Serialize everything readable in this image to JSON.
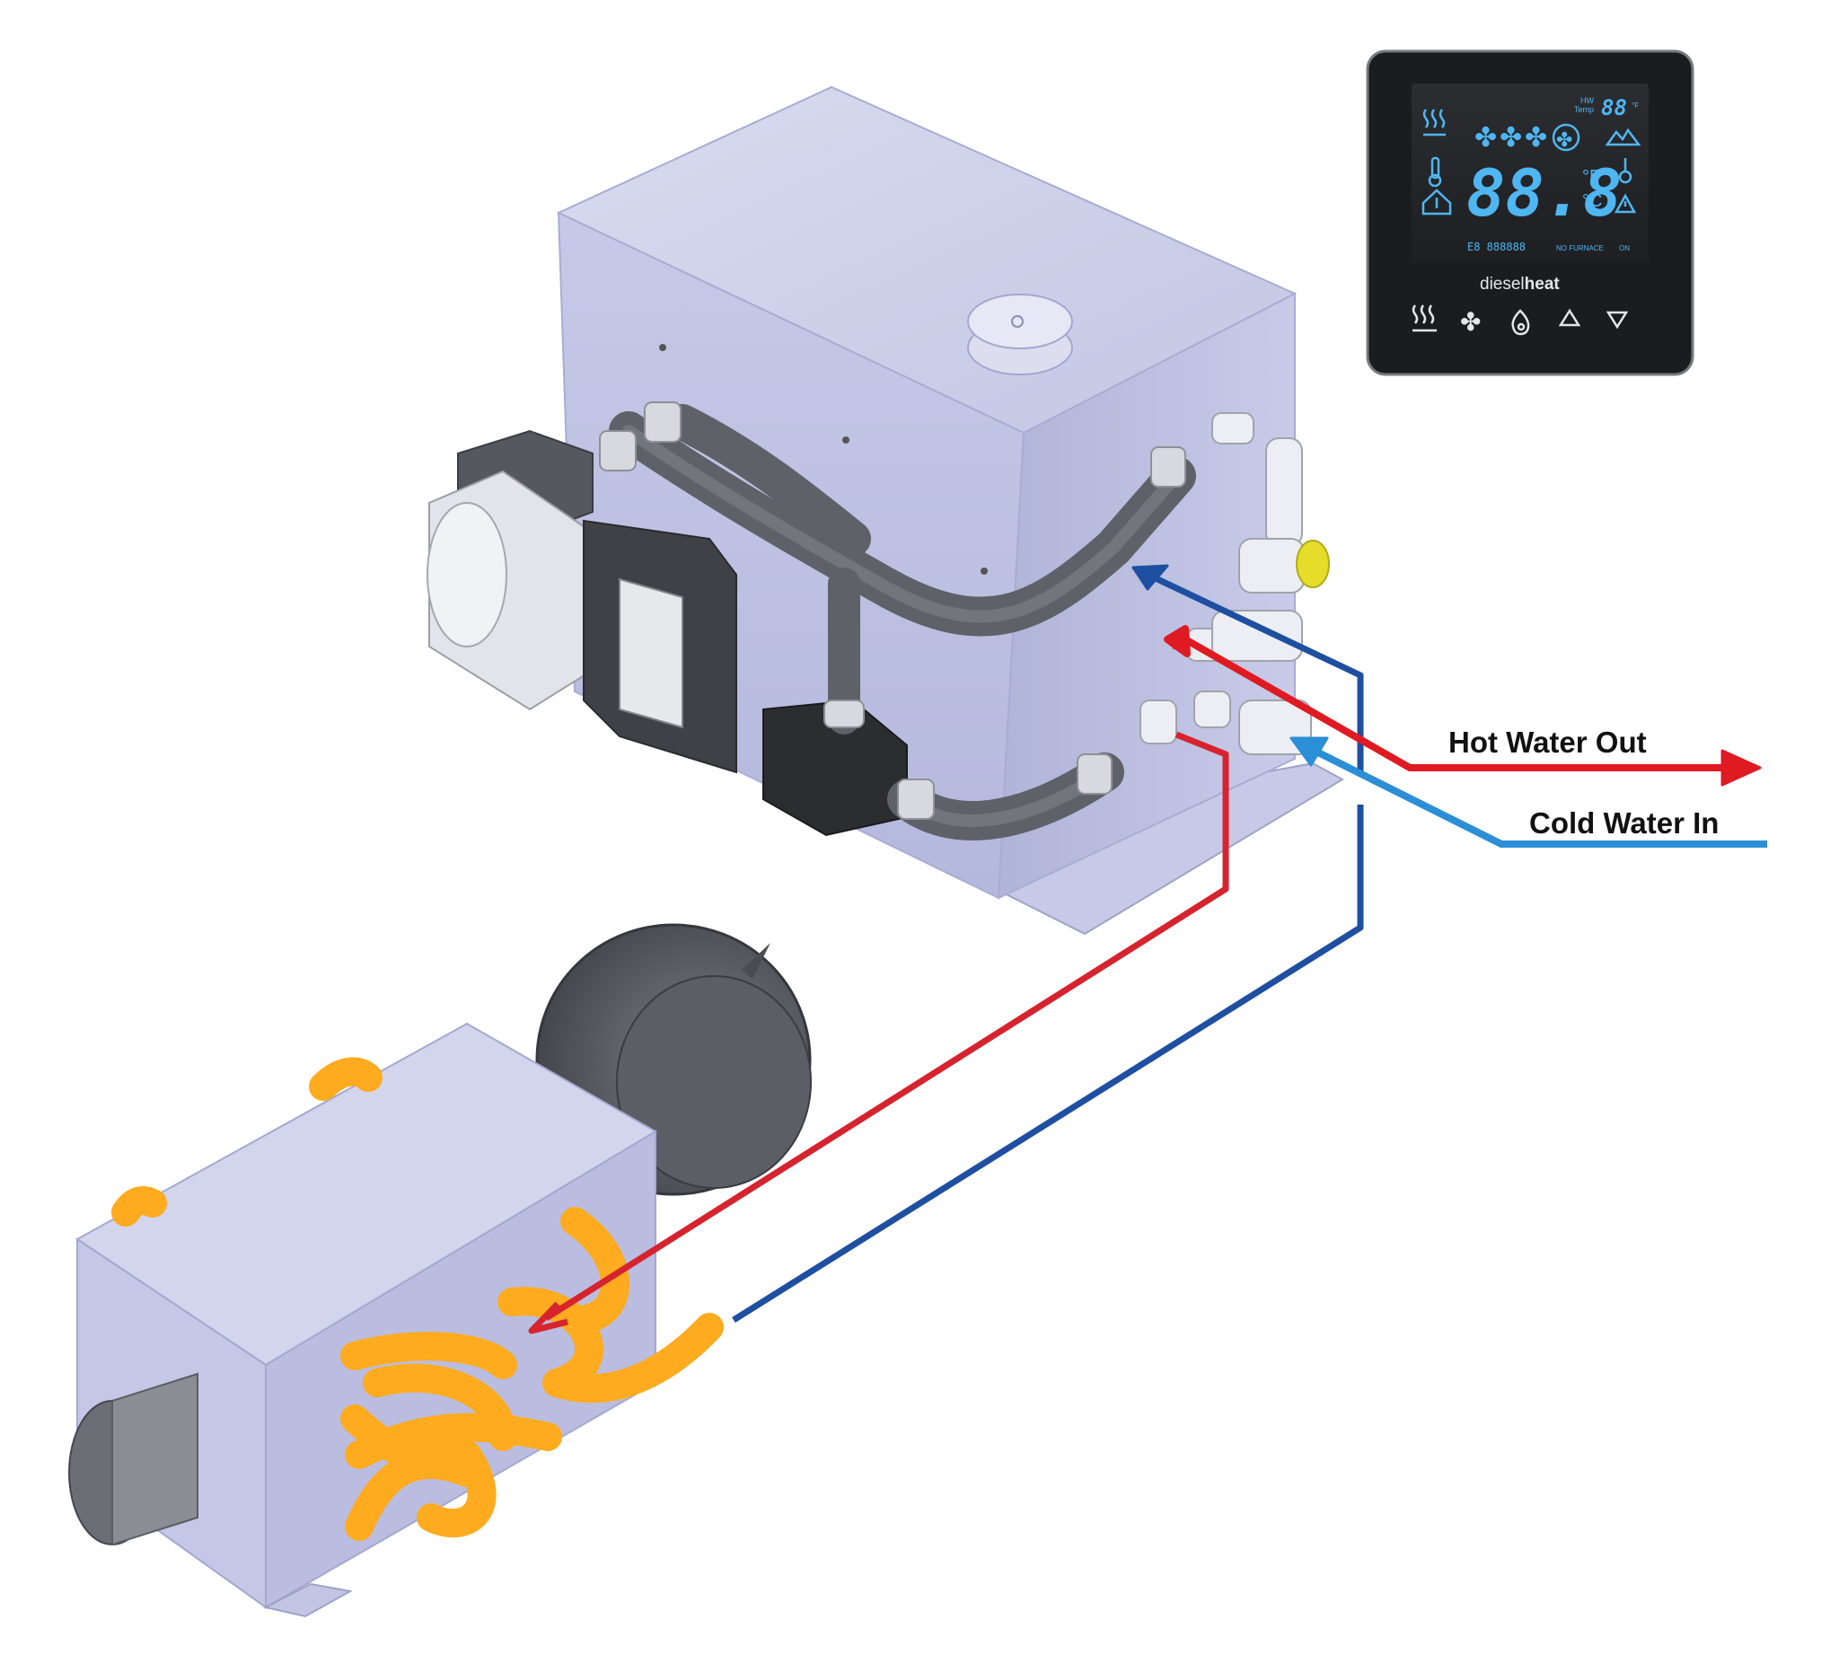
{
  "labels": {
    "hot_water_out": "Hot Water Out",
    "cold_water_in": "Cold Water In"
  },
  "controller": {
    "brand_prefix": "diesel",
    "brand_suffix": "heat",
    "hw_label": "HW",
    "temp_label": "Temp",
    "small_digits": "88",
    "small_units": "°F",
    "big_digits": "88.8",
    "unit_f": "°F",
    "unit_c": "°C",
    "error_code": "E8 888888",
    "status_text": "NO FURNACE",
    "on_text": "ON"
  },
  "colors": {
    "hot_line": "#e01a22",
    "cold_line": "#1e5aa8",
    "cold_line_light": "#2a8fd6",
    "lcd_blue": "#4fb6f2",
    "tank_face": "#c9cbe6",
    "tank_side": "#b6b9dc",
    "coil": "#ffab1f"
  },
  "icons": [
    "heat-icon",
    "fan-icon",
    "flame-icon",
    "up-arrow-icon",
    "down-arrow-icon",
    "thermometer-icon",
    "house-icon",
    "mountain-icon",
    "warning-icon"
  ]
}
